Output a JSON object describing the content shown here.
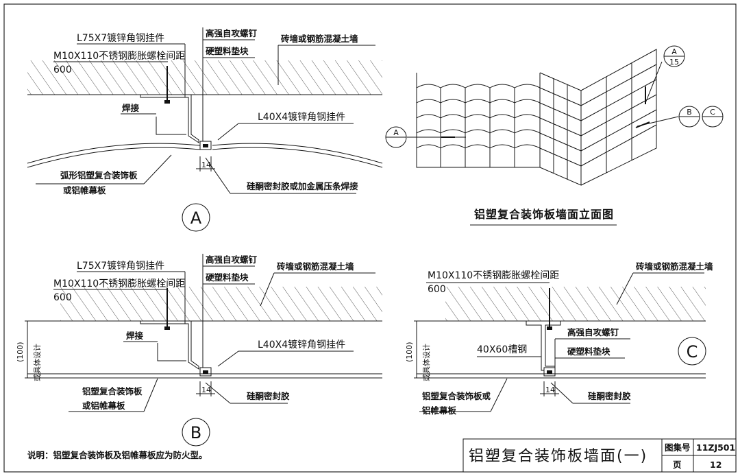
{
  "detail_a": {
    "angle_hanger": "L75X7镀锌角钢挂件",
    "bolt": "M10X110不锈钢膨胀螺栓间距",
    "bolt_spacing": "600",
    "screw": "高强自攻螺钉",
    "pad": "硬塑料垫块",
    "wall": "砖墙或钢筋混凝土墙",
    "weld": "焊接",
    "small_hanger": "L40X4镀锌角钢挂件",
    "panel_line1": "弧形铝塑复合装饰板",
    "panel_line2": "或铝帷幕板",
    "gap": "14",
    "seal": "硅酮密封胶或加金属压条焊接",
    "mark": "A"
  },
  "detail_b": {
    "angle_hanger": "L75X7镀锌角钢挂件",
    "bolt": "M10X110不锈钢膨胀螺栓间距",
    "bolt_spacing": "600",
    "screw": "高强自攻螺钉",
    "pad": "硬塑料垫块",
    "wall": "砖墙或钢筋混凝土墙",
    "weld": "焊接",
    "small_hanger": "L40X4镀锌角钢挂件",
    "depth": "(100)",
    "depth_note": "或具体设计",
    "panel_line1": "铝塑复合装饰板",
    "panel_line2": "或铝帷幕板",
    "gap": "14",
    "seal": "硅酮密封胶",
    "mark": "B"
  },
  "detail_c": {
    "bolt": "M10X110不锈钢膨胀螺栓间距",
    "bolt_spacing": "600",
    "wall": "砖墙或钢筋混凝土墙",
    "channel": "40X60槽钢",
    "screw": "高强自攻螺钉",
    "pad": "硬塑料垫块",
    "depth": "(100)",
    "depth_note": "或具体设计",
    "panel_line1": "铝塑复合装饰板或",
    "panel_line2": "铝帷幕板",
    "gap": "14",
    "seal": "硅酮密封胶",
    "mark": "C"
  },
  "elevation": {
    "title": "铝塑复合装饰板墙面立面图",
    "callout_a": "A",
    "callout_top": "A",
    "callout_top_page": "15",
    "callout_b": "B",
    "callout_c": "C"
  },
  "note": "说明：铝塑复合装饰板及铝帷幕板应为防火型。",
  "title_block": {
    "drawing_title": "铝塑复合装饰板墙面(一)",
    "atlas_label": "图集号",
    "atlas_no": "11ZJ501",
    "page_label": "页",
    "page_no": "12"
  }
}
